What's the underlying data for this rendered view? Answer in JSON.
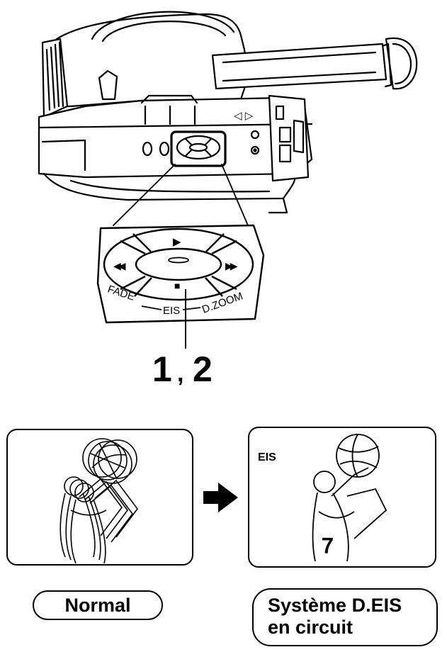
{
  "camera": {
    "buttons": {
      "play": "▶",
      "rew": "◀◀",
      "ff": "▶▶",
      "stop": "■"
    },
    "panel_labels": [
      "FADE",
      "EIS",
      "D.ZOOM"
    ],
    "side_arrows": "◁ ▷"
  },
  "step_label": {
    "num1": "1",
    "sep": ",",
    "num2": "2"
  },
  "comparison": {
    "after_overlay": "EIS",
    "before_caption": "Normal",
    "after_caption_line1": "Système D.EIS",
    "after_caption_line2": "en circuit"
  }
}
